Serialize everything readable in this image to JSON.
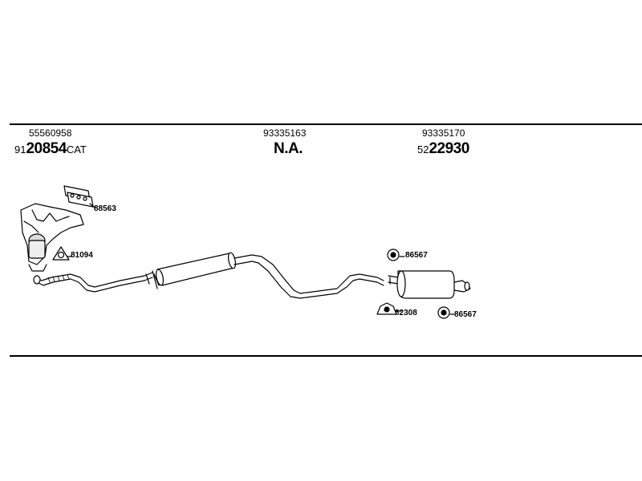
{
  "parts": [
    {
      "part_number": "55560958",
      "prefix": "91",
      "code": "20854",
      "suffix": "CAT"
    },
    {
      "part_number": "93335163",
      "prefix": "",
      "code": "N.A.",
      "suffix": ""
    },
    {
      "part_number": "93335170",
      "prefix": "52",
      "code": "22930",
      "suffix": ""
    }
  ],
  "callouts": {
    "gasket_manifold": "88563",
    "gasket_cat": "81094",
    "hanger_upper": "86567",
    "hanger_lower": "86567",
    "clamp": "82308"
  }
}
